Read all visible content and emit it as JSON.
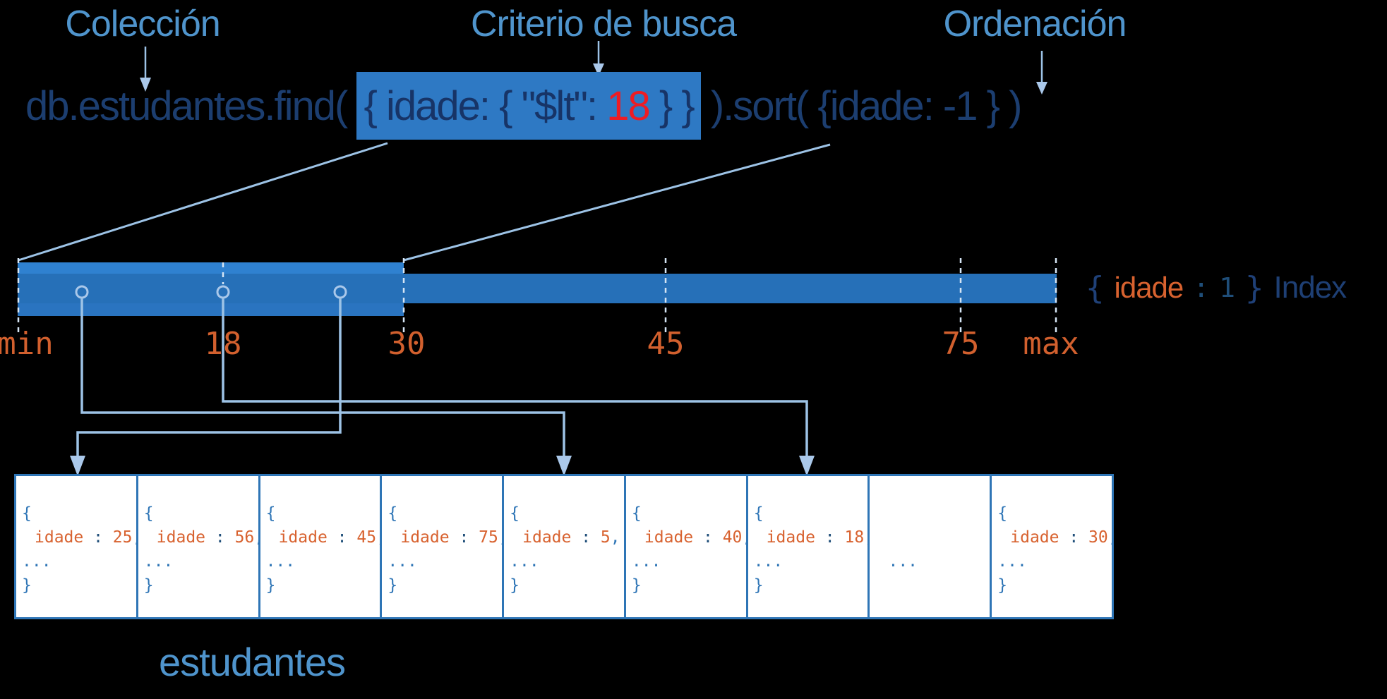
{
  "annotations": {
    "collection": "Colección",
    "criteria": "Criterio de busca",
    "ordering": "Ordenación"
  },
  "query": {
    "prefix": "db.estudantes.find( ",
    "highlight_open": "{ idade: { \"$lt\": ",
    "highlight_value": "18",
    "highlight_close": " } }",
    "suffix": " ).sort( {idade: -1 } )"
  },
  "index_bar": {
    "ticks": {
      "min": "min",
      "t18": "18",
      "t30": "30",
      "t45": "45",
      "t75": "75",
      "max": "max"
    },
    "index_key": {
      "open": "{",
      "field": "idade",
      "colon": ":",
      "value": "1",
      "close": "}",
      "word": "Index"
    }
  },
  "documents": [
    {
      "open": "{",
      "field": "idade",
      "sep": " : ",
      "value": "25",
      "comma": ",",
      "dots": "...",
      "close": "}"
    },
    {
      "open": "{",
      "field": "idade",
      "sep": " : ",
      "value": "56",
      "comma": ",",
      "dots": "...",
      "close": "}"
    },
    {
      "open": "{",
      "field": "idade",
      "sep": " : ",
      "value": "45",
      "comma": ",",
      "dots": "...",
      "close": "}"
    },
    {
      "open": "{",
      "field": "idade",
      "sep": " : ",
      "value": "75",
      "comma": ",",
      "dots": "...",
      "close": "}"
    },
    {
      "open": "{",
      "field": "idade",
      "sep": " : ",
      "value": "5",
      "comma": ",",
      "dots": "...",
      "close": "}"
    },
    {
      "open": "{",
      "field": "idade",
      "sep": " : ",
      "value": "40",
      "comma": ",",
      "dots": "...",
      "close": "}"
    },
    {
      "open": "{",
      "field": "idade",
      "sep": " : ",
      "value": "18",
      "comma": ",",
      "dots": "...",
      "close": "}"
    },
    {
      "open": "",
      "field": "",
      "sep": "",
      "value": "",
      "comma": "",
      "dots": "...",
      "close": ""
    },
    {
      "open": "{",
      "field": "idade",
      "sep": " : ",
      "value": "30",
      "comma": ",",
      "dots": "...",
      "close": "}"
    }
  ],
  "collection_name": "estudantes",
  "colors": {
    "background": "#000000",
    "label_blue": "#4f94cc",
    "query_navy": "#1c3e70",
    "highlight_fill": "#2e79c4",
    "value_red": "#ee1c24",
    "bar_main": "#2670b8",
    "bar_highlight": "#2f81d0",
    "connector_blue": "#9dc3e6",
    "orange": "#d2602e",
    "box_border": "#2e75b6"
  }
}
